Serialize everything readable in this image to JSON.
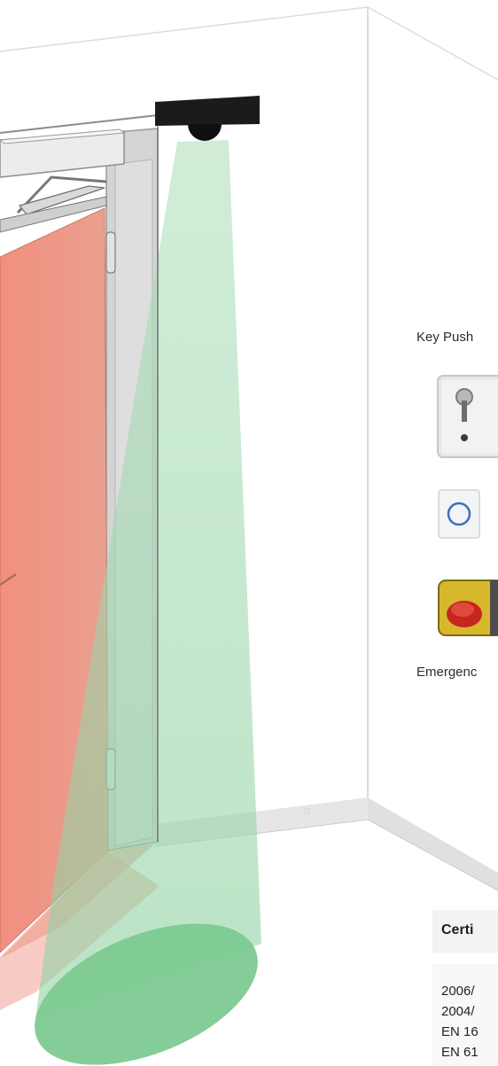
{
  "accessories": {
    "key_push_label": "Key Push",
    "emergency_label": "Emergenc",
    "items": [
      {
        "icon": "key-switch-icon"
      },
      {
        "icon": "push-button-icon"
      },
      {
        "icon": "emergency-stop-icon"
      }
    ]
  },
  "certificates": {
    "title": "Certi",
    "lines": [
      "2006/",
      "2004/",
      "EN 16",
      "EN 61"
    ]
  },
  "colors": {
    "door_leaf": "#f08c7a",
    "sensor_beam": "#9ed8ad",
    "sensor_spot": "#79c98f",
    "frame": "#d5d5d5",
    "operator_housing": "#e9e9e9",
    "sensor_housing": "#1a1a1a"
  }
}
